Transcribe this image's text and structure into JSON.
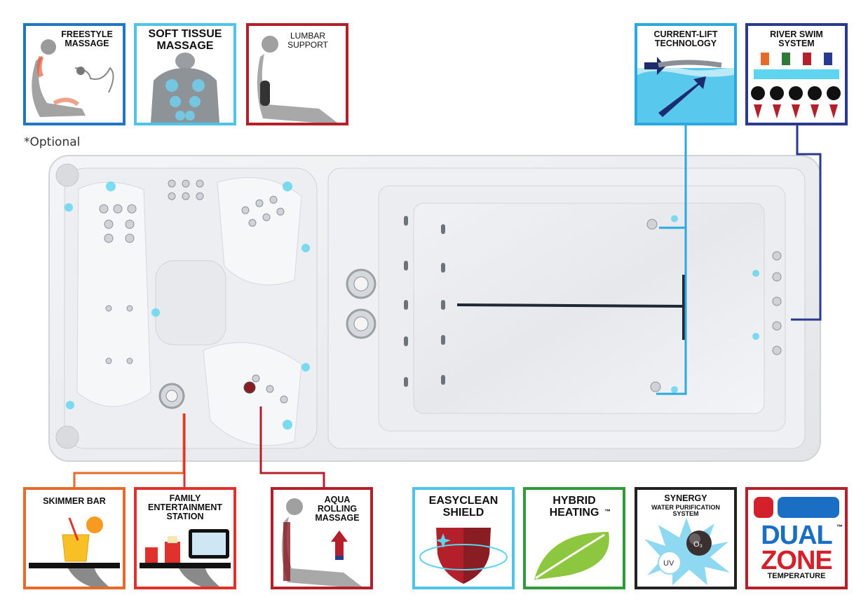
{
  "optional_note": "*Optional",
  "features_top_left": [
    {
      "id": "freestyle",
      "label": "FREESTYLE\nMASSAGE",
      "border": "#1f77c4"
    },
    {
      "id": "soft-tissue",
      "label": "SOFT TISSUE\nMASSAGE",
      "border": "#4fc3e8"
    },
    {
      "id": "lumbar",
      "label": "LUMBAR\nSUPPORT",
      "border": "#b3202a"
    }
  ],
  "features_top_right": [
    {
      "id": "current-lift",
      "label": "CURRENT-LIFT\nTECHNOLOGY",
      "border": "#2aa8e0"
    },
    {
      "id": "river-swim",
      "label": "RIVER SWIM\nSYSTEM",
      "border": "#2a3b8f"
    }
  ],
  "features_bottom_left": [
    {
      "id": "skimmer",
      "label": "SKIMMER BAR",
      "border": "#e86a2a"
    },
    {
      "id": "family",
      "label": "FAMILY\nENTERTAINMENT\nSTATION",
      "border": "#e0322c"
    },
    {
      "id": "aqua",
      "label": "AQUA\nROLLING\nMASSAGE",
      "border": "#b3202a"
    }
  ],
  "features_bottom_right": [
    {
      "id": "easyclean",
      "label": "EASYCLEAN\nSHIELD",
      "border": "#4fc3e8"
    },
    {
      "id": "hybrid",
      "label": "HYBRID\nHEATING",
      "tm": "™",
      "border": "#2f9a3a"
    },
    {
      "id": "synergy",
      "title": "SYNERGY",
      "subtitle": "WATER PURIFICATION\nSYSTEM",
      "uv": "UV",
      "o3": "O₃",
      "border": "#222222"
    },
    {
      "id": "dualzone",
      "word1": "DUAL",
      "word2": "ZONE",
      "tm": "™",
      "caption": "TEMPERATURE",
      "border": "#b3202a"
    }
  ],
  "colors": {
    "blue_line": "#2aa8e0",
    "navy_line": "#2a3b8f",
    "orange_line": "#e86a2a",
    "red_line": "#e0322c",
    "crimson_line": "#b3202a",
    "dual_red": "#d4202a",
    "dual_blue": "#1a6fc4"
  }
}
